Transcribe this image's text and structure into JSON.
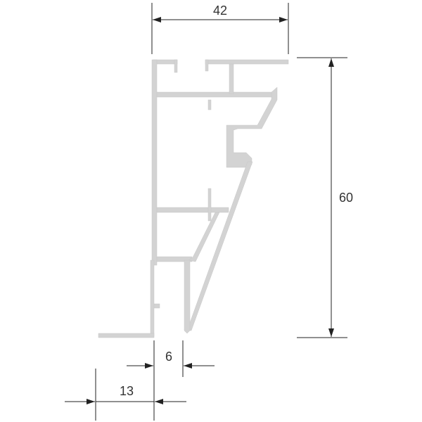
{
  "drawing": {
    "dimensions": {
      "width_top": {
        "label": "42",
        "value": 42
      },
      "height_right": {
        "label": "60",
        "value": 60
      },
      "gap_bottom": {
        "label": "6",
        "value": 6
      },
      "flange_bottom": {
        "label": "13",
        "value": 13
      }
    },
    "colors": {
      "profile": "#d3d3d3",
      "dimension_lines": "#222222",
      "text": "#333333",
      "background": "#ffffff"
    }
  }
}
